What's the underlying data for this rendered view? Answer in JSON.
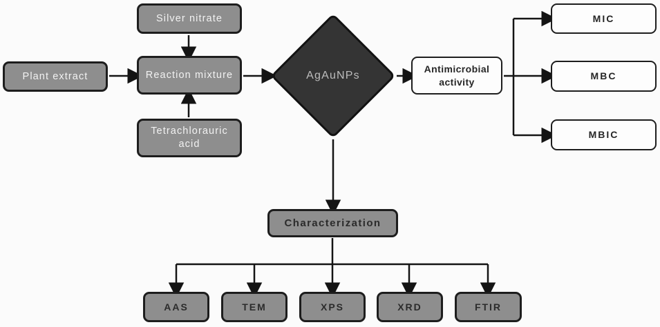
{
  "nodes": {
    "silver_nitrate": "Silver nitrate",
    "plant_extract": "Plant extract",
    "reaction_mixture": "Reaction mixture",
    "tetrachlorauric_acid": "Tetrachlorauric acid",
    "agaunps": "AgAuNPs",
    "antimicrobial_activity": "Antimicrobial activity",
    "mic": "MIC",
    "mbc": "MBC",
    "mbic": "MBIC",
    "characterization": "Characterization",
    "aas": "AAS",
    "tem": "TEM",
    "xps": "XPS",
    "xrd": "XRD",
    "ftir": "FTIR"
  },
  "colors": {
    "gray_node_fill": "#8e8e8e",
    "node_border": "#1d1d1d",
    "light_text": "#f2f2f2",
    "dark_text": "#2b2b2b",
    "diamond_fill": "#343434",
    "diamond_text": "#bdbdbd",
    "white_node_fill": "#fdfdfd",
    "arrow": "#141414",
    "background": "#fbfbfb"
  }
}
